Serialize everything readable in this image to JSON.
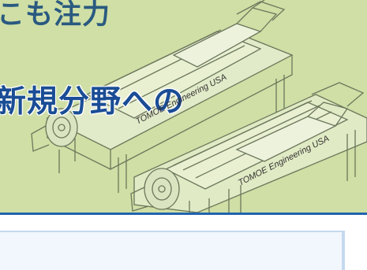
{
  "banner": {
    "heading_top": "こも注力",
    "heading_mid": "新規分野への",
    "brand_tag_1": "TOMOE Engineering USA",
    "brand_tag_2": "TOMOE Engineering USA"
  },
  "colors": {
    "banner_bg": "#cfdfa5",
    "heading": "#1a4d95",
    "rule": "#2163ae",
    "panel_bg": "#f2f7fd",
    "panel_border": "#c4d9ef"
  },
  "icons": {
    "machine_illustration": "decanter-centrifuge-drawing"
  }
}
